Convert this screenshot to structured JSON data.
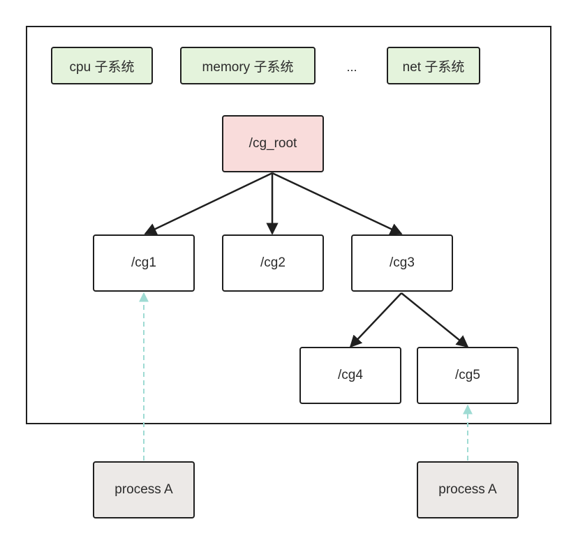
{
  "subsystems": [
    {
      "label": "cpu 子系统"
    },
    {
      "label": "memory 子系统"
    },
    {
      "label": "net 子系统"
    }
  ],
  "ellipsis": "...",
  "cgroups": {
    "root": "/cg_root",
    "cg1": "/cg1",
    "cg2": "/cg2",
    "cg3": "/cg3",
    "cg4": "/cg4",
    "cg5": "/cg5"
  },
  "processes": [
    {
      "label": "process A",
      "attached_to": "cg1"
    },
    {
      "label": "process A",
      "attached_to": "cg5"
    }
  ],
  "colors": {
    "subsystem_fill": "#e4f3dc",
    "root_fill": "#f9dcdb",
    "process_fill": "#ece9e7",
    "border": "#1f1f1f",
    "attach_line": "#9edbd3"
  }
}
